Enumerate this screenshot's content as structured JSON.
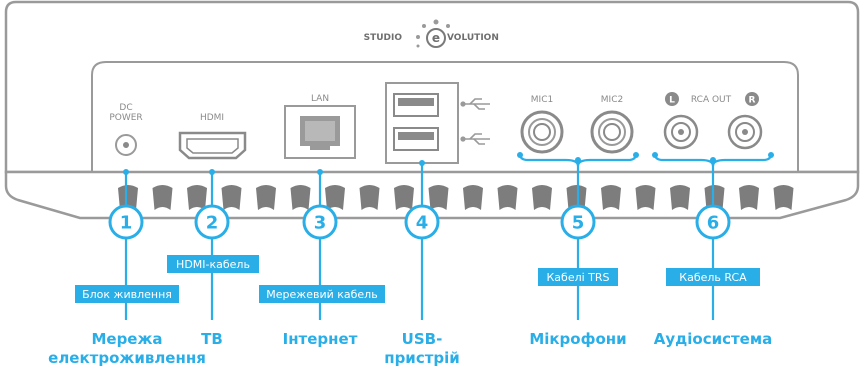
{
  "brand": {
    "left": "STUDIO",
    "e": "e",
    "right": "VOLUTION"
  },
  "port_labels": {
    "dc_line1": "DC",
    "dc_line2": "POWER",
    "hdmi": "HDMI",
    "lan": "LAN",
    "mic1": "MIC1",
    "mic2": "MIC2",
    "rca_l": "L",
    "rca_out": "RCA OUT",
    "rca_r": "R"
  },
  "callouts": [
    {
      "number": "1",
      "cable": "Блок живлення",
      "device_lines": [
        "Мережа",
        "електроживлення"
      ]
    },
    {
      "number": "2",
      "cable": "HDMI-кабель",
      "device_lines": [
        "ТВ"
      ]
    },
    {
      "number": "3",
      "cable": "Мережевий кабель",
      "device_lines": [
        "Інтернет"
      ]
    },
    {
      "number": "4",
      "cable": "",
      "device_lines": [
        "USB-",
        "пристрій"
      ]
    },
    {
      "number": "5",
      "cable": "Кабелі TRS",
      "device_lines": [
        "Мікрофони"
      ]
    },
    {
      "number": "6",
      "cable": "Кабель RCA",
      "device_lines": [
        "Аудіосистема"
      ]
    }
  ],
  "colors": {
    "accent": "#29aee8",
    "device_outline": "#9a9a9a",
    "vent": "#7d7d7d",
    "port_label": "#8a8a8a"
  }
}
